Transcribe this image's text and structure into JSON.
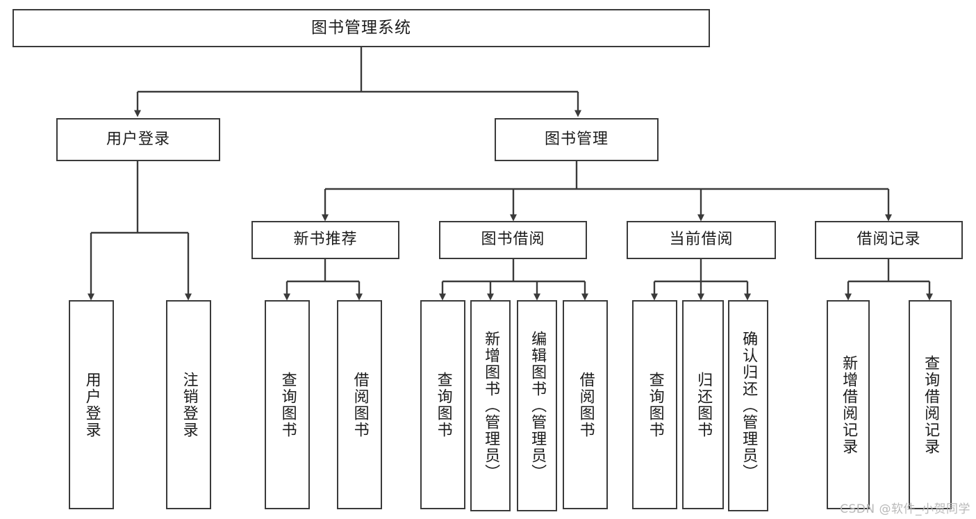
{
  "diagram": {
    "type": "tree-hierarchy-chart",
    "title": "图书管理系统",
    "watermark": "CSDN @软件_小贺同学",
    "colors": {
      "box_border": "#3a3a3a",
      "box_fill": "#ffffff",
      "connector": "#3a3a3a",
      "text": "#1b1b1b",
      "watermark": "#b9b9b9",
      "background": "#ffffff"
    },
    "levels": {
      "root": "图书管理系统",
      "level2": [
        "用户登录",
        "图书管理"
      ],
      "level3": [
        "新书推荐",
        "图书借阅",
        "当前借阅",
        "借阅记录"
      ]
    },
    "nodes": {
      "root": {
        "label": "图书管理系统"
      },
      "user_login": {
        "label": "用户登录"
      },
      "book_manage": {
        "label": "图书管理"
      },
      "new_book_rec": {
        "label": "新书推荐"
      },
      "book_borrow": {
        "label": "图书借阅"
      },
      "current_borrow": {
        "label": "当前借阅"
      },
      "borrow_record": {
        "label": "借阅记录"
      }
    },
    "leaves": {
      "user_login": [
        {
          "label": "用户登录"
        },
        {
          "label": "注销登录"
        }
      ],
      "new_book_rec": [
        {
          "label": "查询图书"
        },
        {
          "label": "借阅图书"
        }
      ],
      "book_borrow": [
        {
          "label": "查询图书"
        },
        {
          "label": "新增图书（管理员）"
        },
        {
          "label": "编辑图书（管理员）"
        },
        {
          "label": "借阅图书"
        }
      ],
      "current_borrow": [
        {
          "label": "查询图书"
        },
        {
          "label": "归还图书"
        },
        {
          "label": "确认归还（管理员）"
        }
      ],
      "borrow_record": [
        {
          "label": "新增借阅记录"
        },
        {
          "label": "查询借阅记录"
        }
      ]
    }
  }
}
